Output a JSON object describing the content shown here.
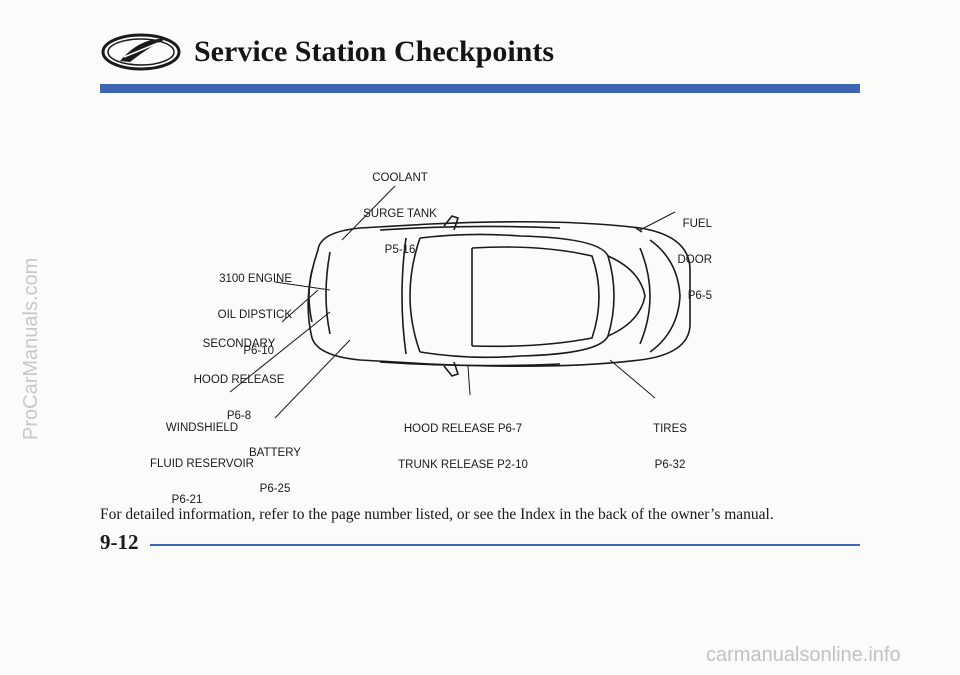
{
  "header": {
    "title": "Service Station Checkpoints",
    "emblem_icon": "oldsmobile-emblem-icon"
  },
  "callouts": {
    "coolant": [
      "COOLANT",
      "SURGE TANK",
      "P5-16"
    ],
    "fuel": [
      "FUEL",
      "DOOR",
      "P6-5"
    ],
    "oil": [
      "3100 ENGINE",
      "OIL DIPSTICK",
      "P6-10"
    ],
    "hood_secondary": [
      "SECONDARY",
      "HOOD RELEASE",
      "P6-8"
    ],
    "windshield": [
      "WINDSHIELD",
      "FLUID RESERVOIR",
      "P6-21"
    ],
    "battery": [
      "BATTERY",
      "P6-25"
    ],
    "hood_trunk": [
      "HOOD RELEASE P6-7",
      "TRUNK RELEASE P2-10"
    ],
    "tires": [
      "TIRES",
      "P6-32"
    ]
  },
  "footnote": "For detailed information, refer to the page number listed, or see the Index in the back of the owner’s manual.",
  "page_number": "9-12",
  "watermarks": {
    "side": "ProCarManuals.com",
    "bottom": "carmanualsonline.info"
  },
  "colors": {
    "accent_blue": "#3f66b4"
  }
}
